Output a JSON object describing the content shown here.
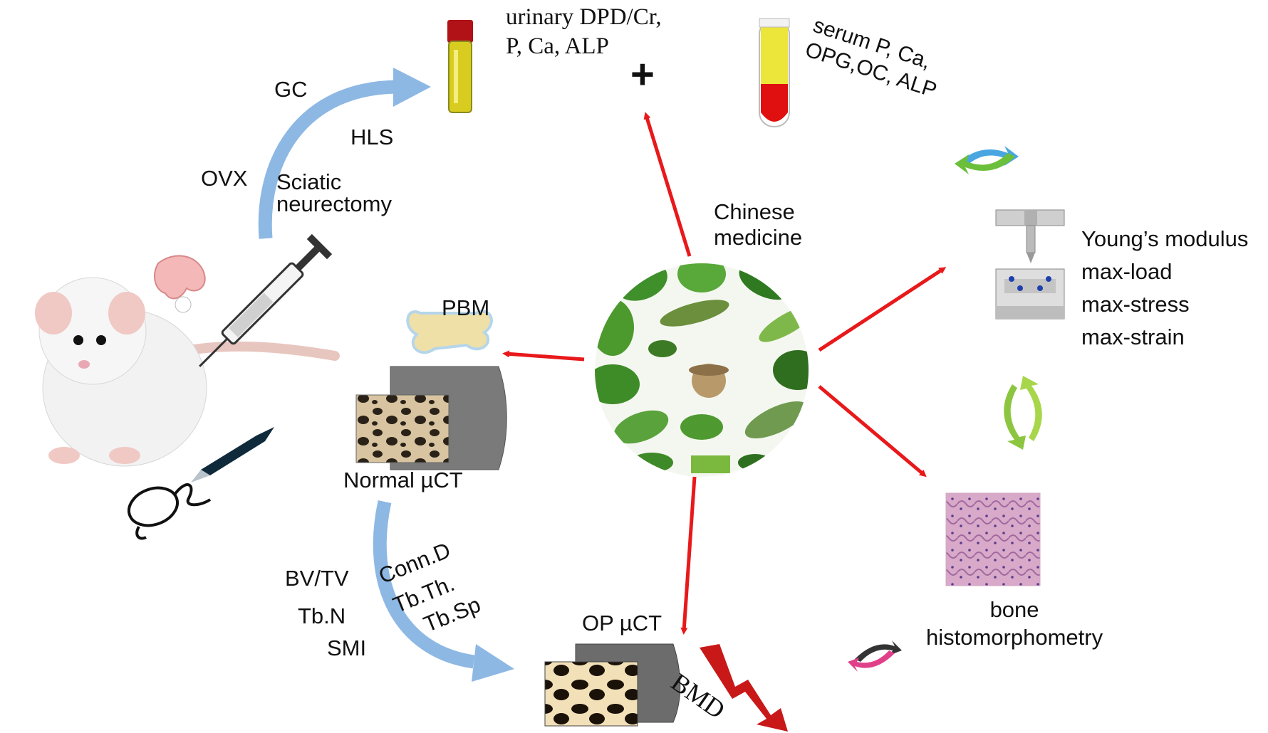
{
  "center": {
    "label": "Chinese\nmedicine"
  },
  "models": {
    "gc": "GC",
    "hls": "HLS",
    "ovx": "OVX",
    "sciatic": "Sciatic\nneurectomy"
  },
  "urine": {
    "label": "urinary DPD/Cr,\n P, Ca, ALP"
  },
  "plus": "+",
  "serum": {
    "label": "serum P, Ca,\nOPG,OC, ALP"
  },
  "mechanics": {
    "items": [
      "Young’s modulus",
      "max-load",
      "max-stress",
      "max-strain"
    ]
  },
  "histo": {
    "label": "bone\nhistomorphometry"
  },
  "bone": {
    "pbm": "PBM",
    "normal": "Normal µCT",
    "op": "OP µCT",
    "bmd": "BMD"
  },
  "uct_params": {
    "left": [
      "BV/TV",
      "Tb.N",
      "SMI"
    ],
    "right": [
      "Conn.D",
      "Tb.Th.",
      "Tb.Sp"
    ]
  },
  "colors": {
    "red": "#e8191b",
    "blue": "#8db8e4",
    "yellow": "#e8dc3a"
  }
}
